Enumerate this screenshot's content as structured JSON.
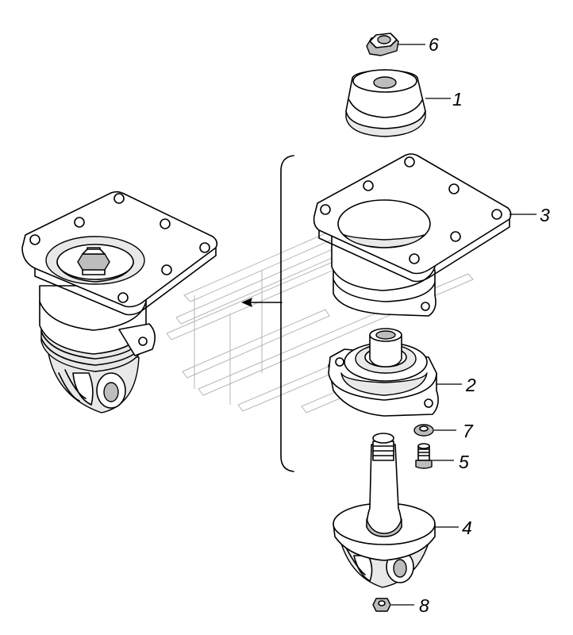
{
  "callouts": [
    {
      "id": "part-1",
      "label": "1"
    },
    {
      "id": "part-2",
      "label": "2"
    },
    {
      "id": "part-3",
      "label": "3"
    },
    {
      "id": "part-4",
      "label": "4"
    },
    {
      "id": "part-5",
      "label": "5"
    },
    {
      "id": "part-6",
      "label": "6"
    },
    {
      "id": "part-7",
      "label": "7"
    },
    {
      "id": "part-8",
      "label": "8"
    }
  ],
  "icons": {
    "watermark": "logo-watermark",
    "assembly_arrow": "arrow-left-icon"
  }
}
